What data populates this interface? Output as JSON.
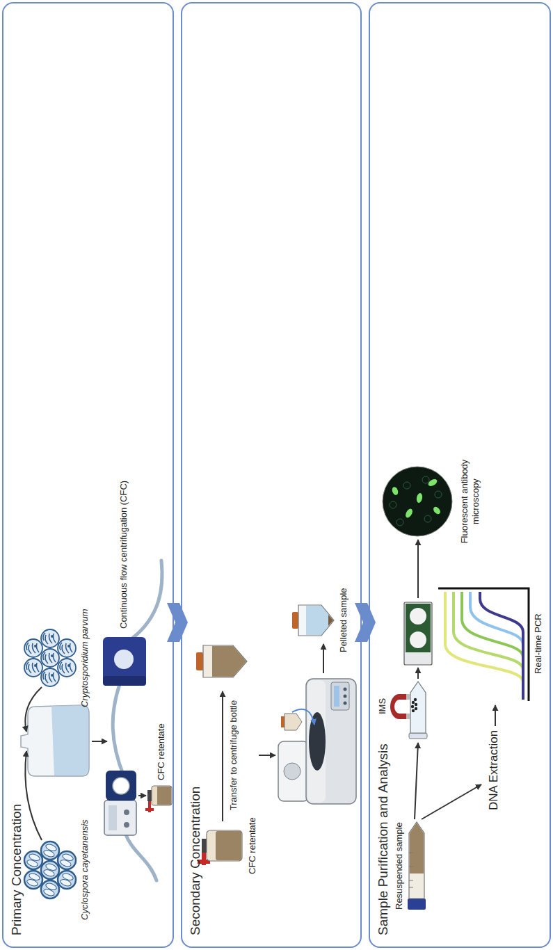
{
  "diagram": {
    "nodes": [
      {
        "text": [
          "Primary Concentration"
        ]
      },
      {
        "text": [
          "Secondary Concentration"
        ]
      },
      {
        "text": [
          "Sample Purification and Analysis"
        ]
      }
    ],
    "edges": [
      {
        "from": 0,
        "to": 1,
        "arrow": "to"
      },
      {
        "from": 1,
        "to": 2,
        "arrow": "to"
      }
    ],
    "labels": [
      "Cyclospora cayetanensis",
      "Cryptosporidium parvum",
      "Continuous flow centrifugation (CFC)",
      "CFC retentate",
      "CFC retentate",
      "Transfer to centrifuge bottle",
      "Pelleted sample",
      "Resuspended sample",
      "IMS",
      "DNA Extraction",
      "Real-time PCR",
      "Fluorescent antibody microscopy"
    ]
  }
}
